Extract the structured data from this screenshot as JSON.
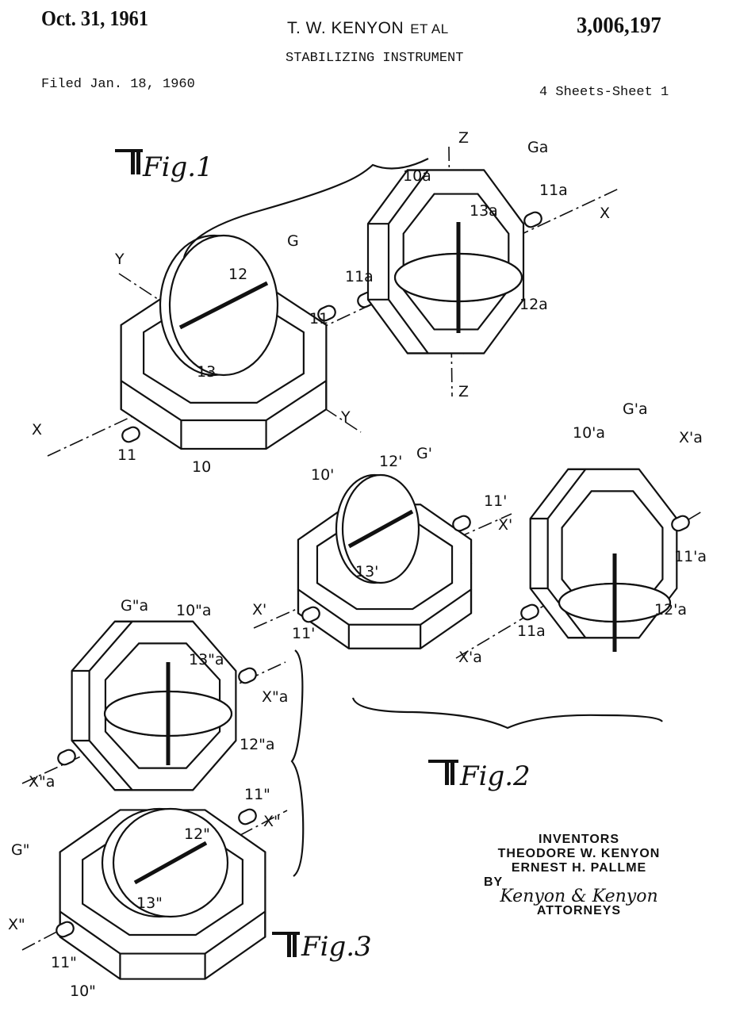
{
  "header": {
    "date": "Oct. 31, 1961",
    "inventor": "T. W. KENYON",
    "et_al": "ET AL",
    "patent_number": "3,006,197",
    "title": "STABILIZING INSTRUMENT",
    "filed": "Filed Jan. 18, 1960",
    "sheets": "4 Sheets-Sheet 1"
  },
  "figures": {
    "fig1": {
      "title": "Fig.1",
      "labels": {
        "y1": "Y",
        "n12": "12",
        "g": "G",
        "n11a": "11",
        "n11a2": "11a",
        "n13": "13",
        "x1": "X",
        "n11": "11",
        "n10": "10",
        "y2": "Y",
        "n10a": "10a",
        "z1": "Z",
        "ga": "Ga",
        "n11a3": "11a",
        "x2": "X",
        "n13a": "13a",
        "n12a": "12a",
        "z2": "Z"
      }
    },
    "fig2": {
      "title": "Fig.2",
      "labels": {
        "n10p": "10'",
        "n12p": "12'",
        "gp": "G'",
        "n11p": "11'",
        "xp": "X'",
        "n13p": "13'",
        "xp2": "X'",
        "n11p2": "11'",
        "n10pa": "10'a",
        "gpa": "G'a",
        "xpa": "X'a",
        "n11pa": "11'a",
        "n12pa": "12'a",
        "n11a": "11a",
        "xpa2": "X'a"
      }
    },
    "fig3": {
      "title": "Fig.3",
      "labels": {
        "gppa": "G\"a",
        "n10ppa": "10\"a",
        "n13ppa": "13\"a",
        "xppa": "X\"a",
        "n12ppa": "12\"a",
        "xppa2": "X\"a",
        "n12pp": "12\"",
        "n11pp": "11\"",
        "xpp": "X\"",
        "gpp": "G\"",
        "n13pp": "13\"",
        "xpp2": "X\"",
        "n11pp2": "11\"",
        "n10pp": "10\""
      }
    }
  },
  "signature_block": {
    "inventors_label": "INVENTORS",
    "inventor1": "THEODORE W. KENYON",
    "inventor2": "ERNEST H. PALLME",
    "by": "BY",
    "signature": "Kenyon & Kenyon",
    "attorneys_label": "ATTORNEYS"
  }
}
